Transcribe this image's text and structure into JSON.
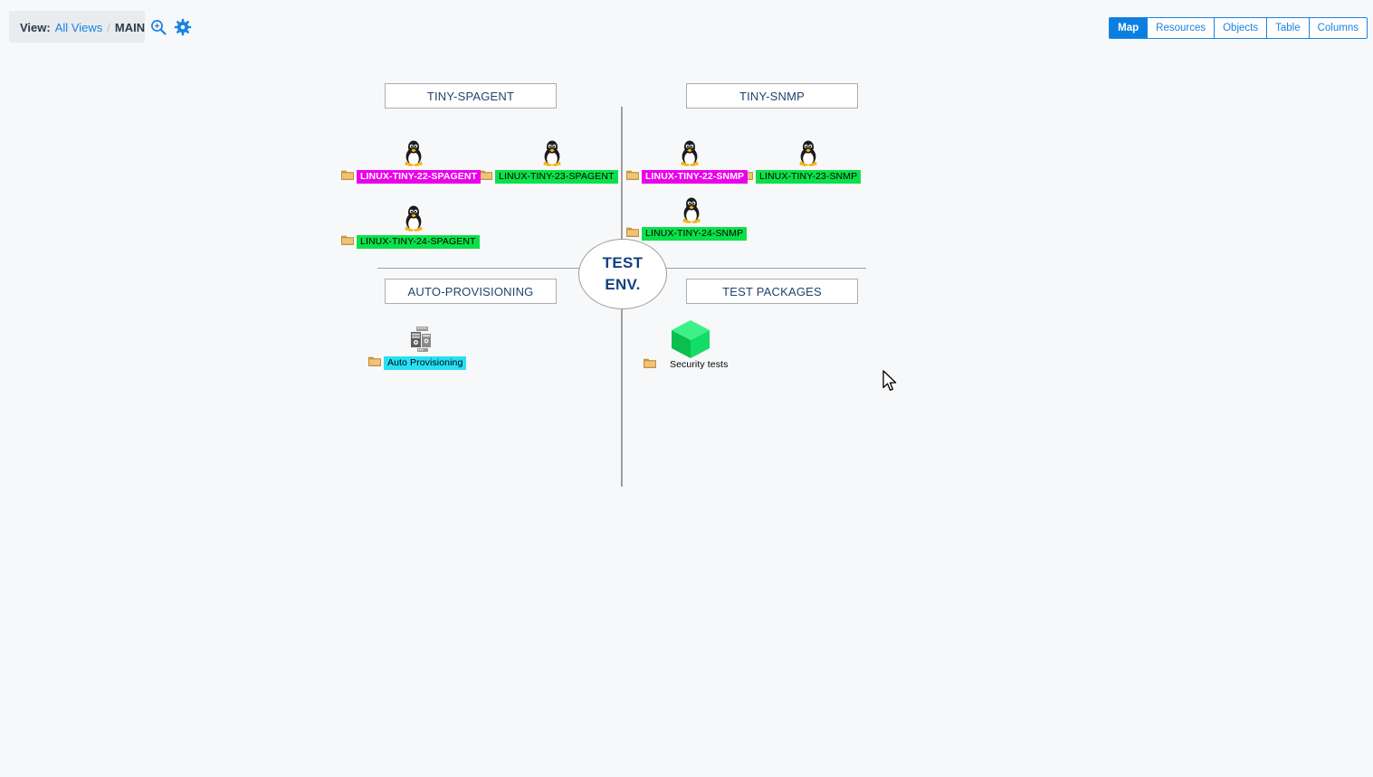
{
  "header": {
    "view_label": "View:",
    "all_views_link": "All Views",
    "separator": "/",
    "current_view": "MAIN",
    "search_icon": "search-zoom-icon",
    "settings_icon": "gear-icon"
  },
  "tabs": [
    {
      "label": "Map",
      "active": true
    },
    {
      "label": "Resources",
      "active": false
    },
    {
      "label": "Objects",
      "active": false
    },
    {
      "label": "Table",
      "active": false
    },
    {
      "label": "Columns",
      "active": false
    }
  ],
  "map": {
    "center_node": {
      "line1": "TEST",
      "line2": "ENV."
    },
    "quadrants": [
      {
        "id": "tiny-spagent",
        "title": "TINY-SPAGENT"
      },
      {
        "id": "tiny-snmp",
        "title": "TINY-SNMP"
      },
      {
        "id": "auto-provisioning",
        "title": "AUTO-PROVISIONING"
      },
      {
        "id": "test-packages",
        "title": "TEST PACKAGES"
      }
    ],
    "nodes": [
      {
        "id": "linux-tiny-22-spagent",
        "label": "LINUX-TINY-22-SPAGENT",
        "icon": "linux-penguin-icon",
        "status": "critical",
        "status_color": "#ea00ea"
      },
      {
        "id": "linux-tiny-23-spagent",
        "label": "LINUX-TINY-23-SPAGENT",
        "icon": "linux-penguin-icon",
        "status": "normal",
        "status_color": "#0be04a"
      },
      {
        "id": "linux-tiny-22-snmp",
        "label": "LINUX-TINY-22-SNMP",
        "icon": "linux-penguin-icon",
        "status": "critical",
        "status_color": "#ea00ea"
      },
      {
        "id": "linux-tiny-23-snmp",
        "label": "LINUX-TINY-23-SNMP",
        "icon": "linux-penguin-icon",
        "status": "normal",
        "status_color": "#0be04a"
      },
      {
        "id": "linux-tiny-24-spagent",
        "label": "LINUX-TINY-24-SPAGENT",
        "icon": "linux-penguin-icon",
        "status": "normal",
        "status_color": "#0be04a"
      },
      {
        "id": "linux-tiny-24-snmp",
        "label": "LINUX-TINY-24-SNMP",
        "icon": "linux-penguin-icon",
        "status": "normal",
        "status_color": "#0be04a"
      },
      {
        "id": "auto-provisioning",
        "label": "Auto Provisioning",
        "icon": "server-rack-icon",
        "status": "info",
        "status_color": "#27e0f5"
      },
      {
        "id": "security-tests",
        "label": "Security tests",
        "icon": "green-cube-icon",
        "status": "plain",
        "status_color": "transparent"
      }
    ]
  }
}
